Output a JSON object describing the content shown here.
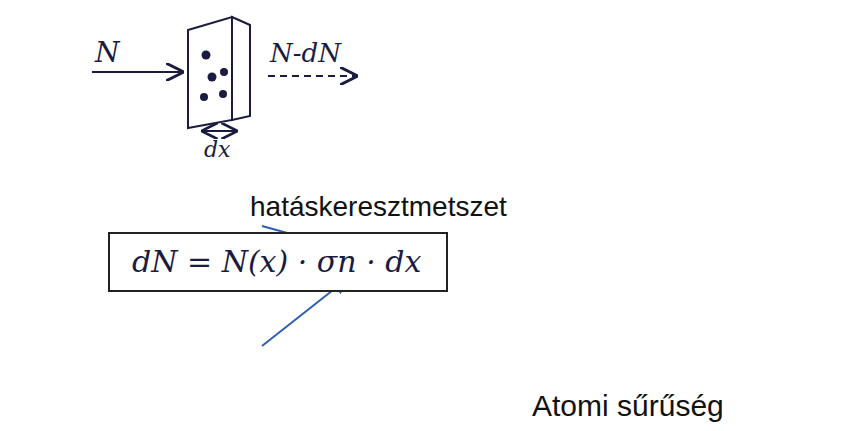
{
  "diagram": {
    "nodes": [
      {
        "text": [
          "dN = N(x) · σn · dx"
        ]
      }
    ],
    "labels": [
      "N",
      "N-dN",
      "dx",
      "hatáskeresztmetszet",
      "Atomi sűrűség"
    ]
  }
}
